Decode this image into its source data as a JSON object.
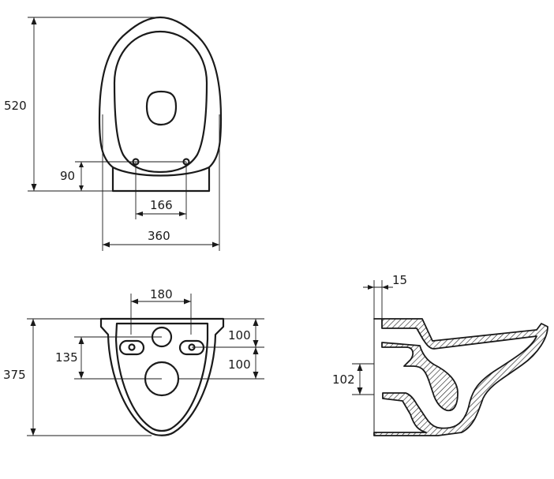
{
  "views": {
    "top": {
      "dim_length": "520",
      "dim_fixing_offset": "90",
      "dim_fixing_spacing": "166",
      "dim_width": "360"
    },
    "rear": {
      "dim_top_span": "180",
      "dim_outlet_height": "135",
      "dim_total_height": "375",
      "dim_upper_spacing": "100",
      "dim_lower_spacing": "100"
    },
    "side": {
      "dim_rim_offset": "15",
      "dim_outlet_height": "102"
    }
  },
  "colors": {
    "line": "#1a1a1a",
    "background": "#ffffff"
  }
}
